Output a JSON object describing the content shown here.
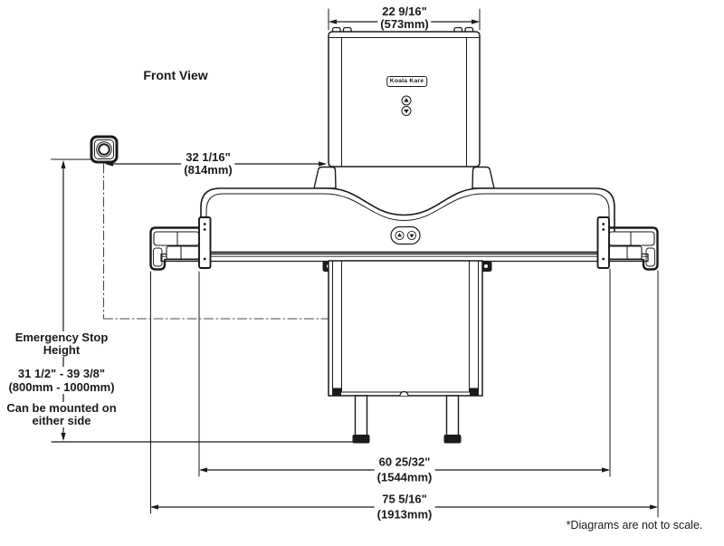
{
  "page": {
    "background": "#ffffff",
    "line_color": "#1a1a1a"
  },
  "view": {
    "label": "Front View"
  },
  "product": {
    "brand": "Koala Kare"
  },
  "dims": {
    "top_width": {
      "imperial": "22 9/16\"",
      "metric": "(573mm)"
    },
    "stop_offset": {
      "imperial": "32 1/16\"",
      "metric": "(814mm)"
    },
    "bed_width": {
      "imperial": "60 25/32\"",
      "metric": "(1544mm)"
    },
    "overall_width": {
      "imperial": "75 5/16\"",
      "metric": "(1913mm)"
    },
    "stop_height": {
      "title_line1": "Emergency Stop",
      "title_line2": "Height",
      "range_imperial": "31 1/2\" - 39 3/8\"",
      "range_metric": "(800mm - 1000mm)",
      "note_line1": "Can be mounted on",
      "note_line2": "either side"
    }
  },
  "footnote": "*Diagrams are not to scale."
}
